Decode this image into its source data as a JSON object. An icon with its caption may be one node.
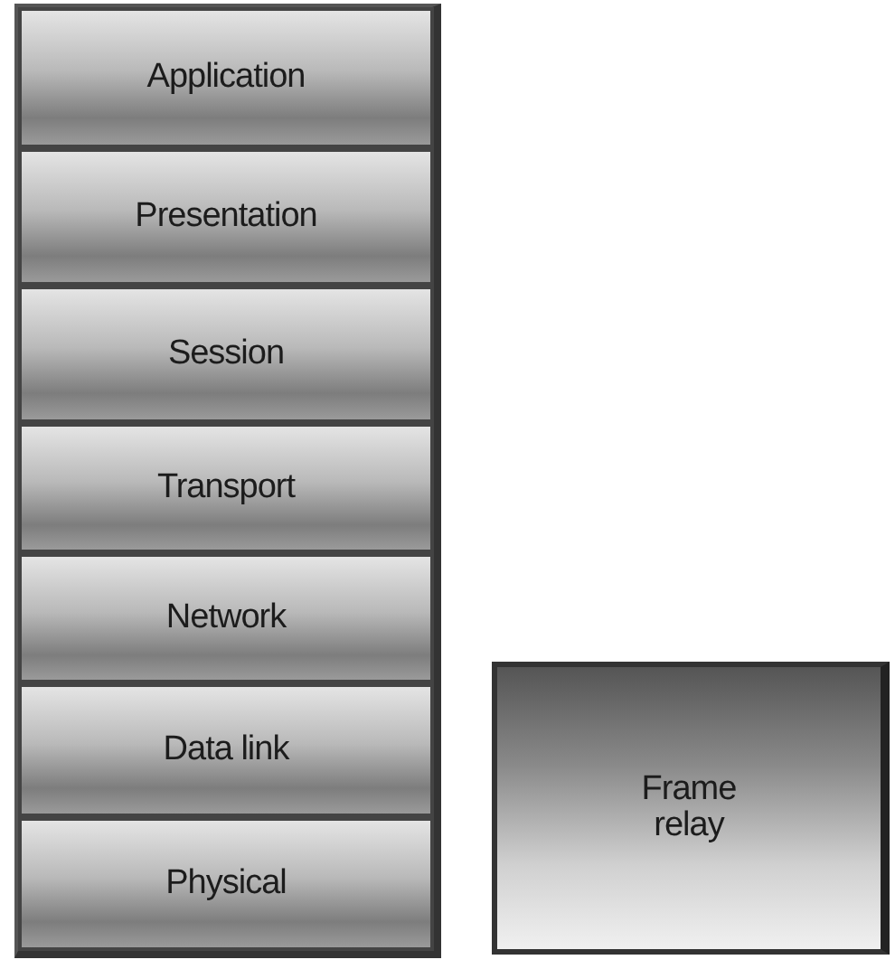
{
  "diagram": {
    "nodes": [
      {
        "text": [
          "Application"
        ]
      },
      {
        "text": [
          "Presentation"
        ]
      },
      {
        "text": [
          "Session"
        ]
      },
      {
        "text": [
          "Transport"
        ]
      },
      {
        "text": [
          "Network"
        ]
      },
      {
        "text": [
          "Data link"
        ]
      },
      {
        "text": [
          "Physical"
        ]
      },
      {
        "text": [
          "Frame relay"
        ]
      }
    ]
  }
}
